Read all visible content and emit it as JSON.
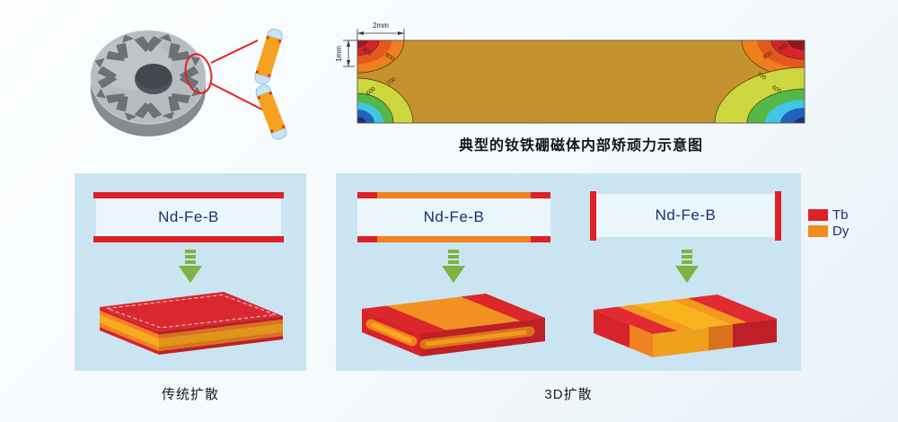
{
  "figure": {
    "description_note": "Nd-Fe-B magnet grain-boundary diffusion schematic"
  },
  "coercivity_map": {
    "caption": "典型的钕铁硼磁体内部矫顽力示意图",
    "dim_width": "2mm",
    "dim_height": "1mm",
    "contour_labels": {
      "tl": [
        "900",
        "800"
      ],
      "tr": [
        "900",
        "800"
      ],
      "bl": [
        "700",
        "600"
      ],
      "br": [
        "700",
        "600"
      ]
    },
    "contour_levels": [
      "600",
      "700",
      "800",
      "900"
    ],
    "body_color": "#c5922d"
  },
  "process": {
    "traditional": {
      "title": "传统扩散",
      "material": "Nd-Fe-B"
    },
    "three_d": {
      "title": "3D扩散",
      "material_left": "Nd-Fe-B",
      "material_right": "Nd-Fe-B"
    }
  },
  "legend": {
    "items": [
      {
        "label": "Tb",
        "color": "#dd2127"
      },
      {
        "label": "Dy",
        "color": "#ef8b1f"
      }
    ]
  },
  "colors": {
    "tb_red": "#dd2127",
    "dy_orange": "#ef8b1f",
    "core_amber": "#f8ab1f",
    "arrow_green": "#7cb342",
    "panel_blue": "#cbe4f1",
    "text_navy": "#1c2f72",
    "map_body_gold": "#c5922d"
  }
}
